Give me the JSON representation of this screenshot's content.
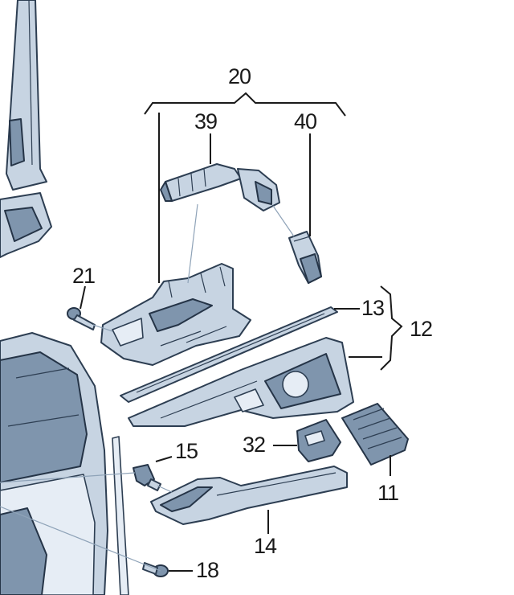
{
  "callouts": {
    "c20": "20",
    "c39": "39",
    "c40": "40",
    "c21": "21",
    "c13": "13",
    "c12": "12",
    "c32": "32",
    "c11": "11",
    "c15": "15",
    "c14": "14",
    "c18": "18"
  },
  "colors": {
    "part_fill": "#c7d4e2",
    "part_dark": "#7f95ad",
    "outline": "#2d3e52",
    "leader": "#1a1a1a"
  }
}
